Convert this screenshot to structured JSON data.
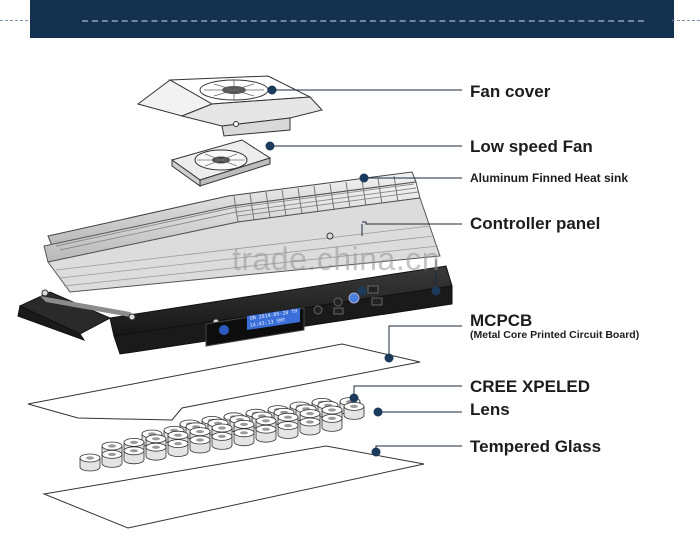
{
  "labels": {
    "fan_cover": "Fan cover",
    "low_speed_fan": "Low speed Fan",
    "heat_sink": "Aluminum Finned Heat sink",
    "controller_panel": "Controller panel",
    "mcpcb": "MCPCB",
    "mcpcb_full": "(Metal Core Printed Circuit Board)",
    "cree_xpeled": "CREE XPELED",
    "lens": "Lens",
    "tempered_glass": "Tempered Glass"
  },
  "lcd": {
    "line1": "ON 2014-05-20 TH",
    "line2": "14:43:13 SMT"
  },
  "watermark": "trade.china.cn",
  "colors": {
    "banner": "#13304f",
    "leader": "#1b2a3a",
    "housing": "#262626"
  }
}
